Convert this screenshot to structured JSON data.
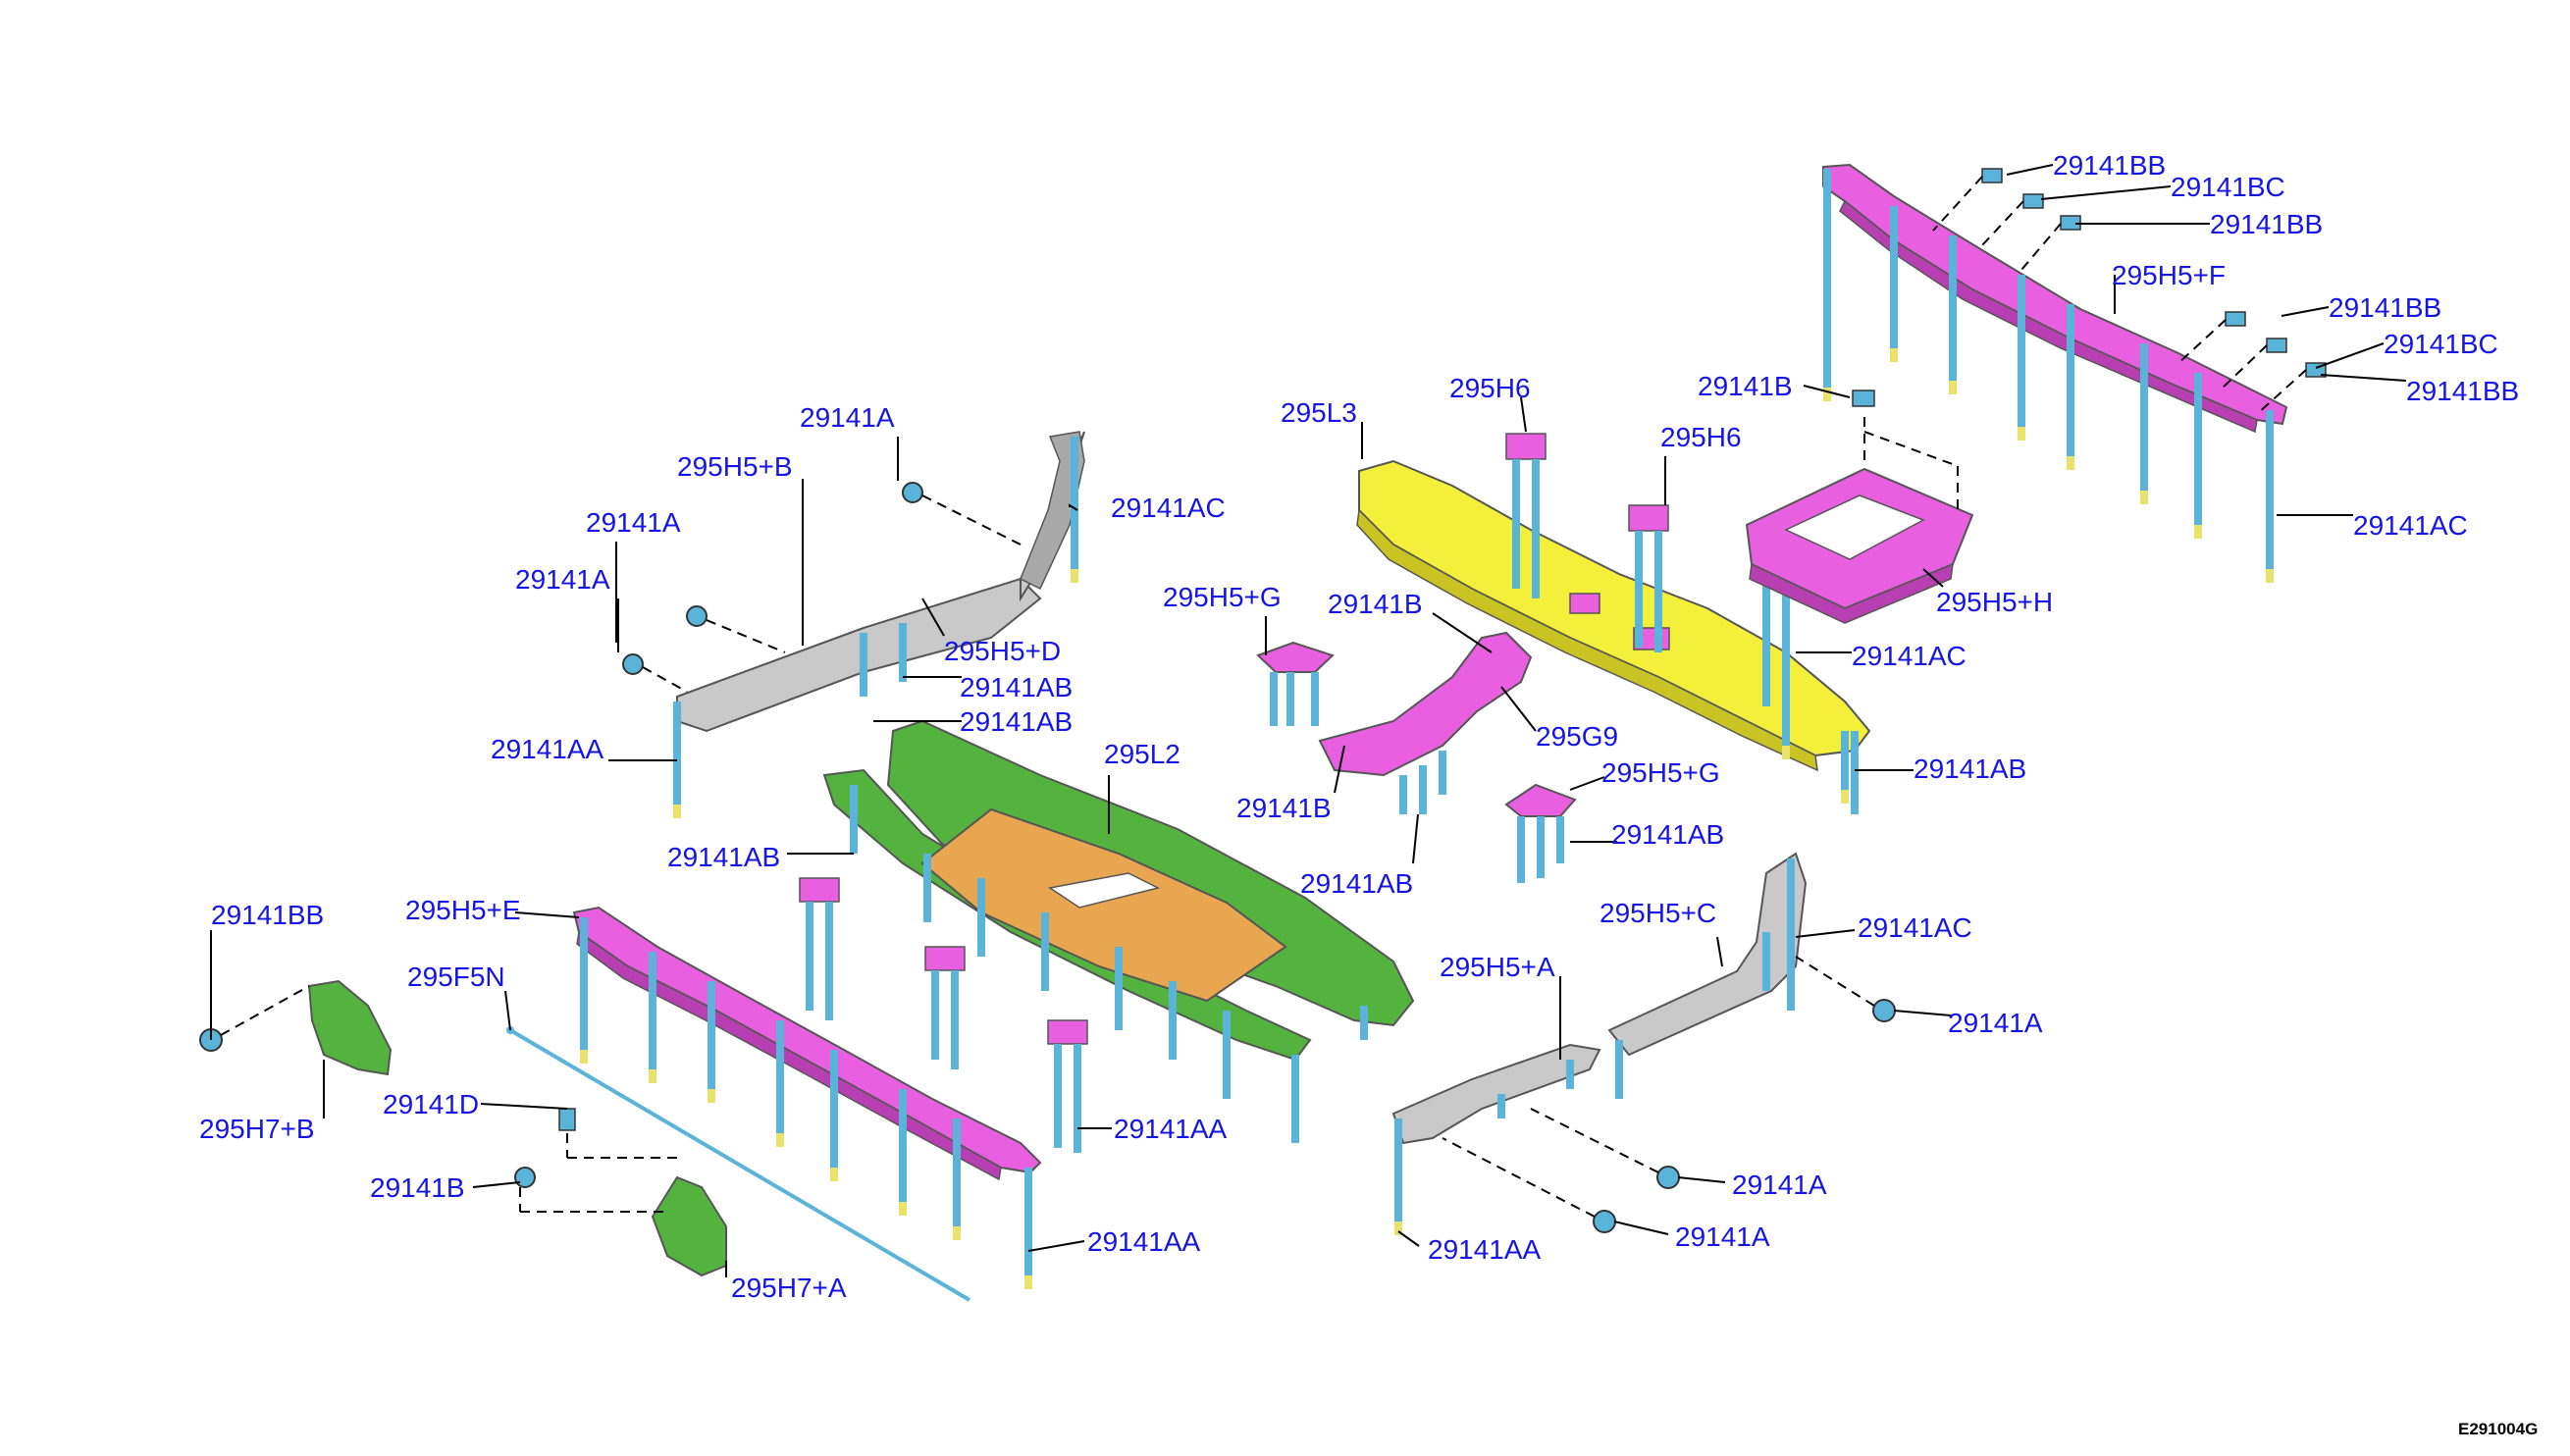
{
  "labels": {
    "l_29141BB_1": "29141BB",
    "l_29141BC_1": "29141BC",
    "l_29141BB_2": "29141BB",
    "l_295H5F": "295H5+F",
    "l_29141BB_3": "29141BB",
    "l_29141BC_2": "29141BC",
    "l_29141BB_4": "29141BB",
    "l_29141AC_1": "29141AC",
    "l_295H6_1": "295H6",
    "l_29141B_1": "29141B",
    "l_295L3": "295L3",
    "l_295H6_2": "295H6",
    "l_29141A_1": "29141A",
    "l_295H5B": "295H5+B",
    "l_29141AC_2": "29141AC",
    "l_29141A_2": "29141A",
    "l_29141A_3": "29141A",
    "l_295H5G_1": "295H5+G",
    "l_29141B_2": "29141B",
    "l_295H5H": "295H5+H",
    "l_295H5D": "295H5+D",
    "l_29141AB_1": "29141AB",
    "l_29141AC_3": "29141AC",
    "l_29141AB_2": "29141AB",
    "l_295G9": "295G9",
    "l_29141AA_1": "29141AA",
    "l_295L2": "295L2",
    "l_295H5G_2": "295H5+G",
    "l_29141AB_3": "29141AB",
    "l_29141B_3": "29141B",
    "l_29141AB_4": "29141AB",
    "l_29141AB_5": "29141AB",
    "l_29141AB_6": "29141AB",
    "l_29141BB_5": "29141BB",
    "l_295H5E": "295H5+E",
    "l_295H5C": "295H5+C",
    "l_29141AC_4": "29141AC",
    "l_295F5N": "295F5N",
    "l_295H5A": "295H5+A",
    "l_29141A_4": "29141A",
    "l_295H7B": "295H7+B",
    "l_29141D": "29141D",
    "l_29141AA_2": "29141AA",
    "l_29141A_5": "29141A",
    "l_29141B_4": "29141B",
    "l_29141A_6": "29141A",
    "l_29141AA_3": "29141AA",
    "l_29141AA_4": "29141AA",
    "l_295H7A": "295H7+A"
  },
  "reference_code": "E291004G",
  "colors": {
    "label_blue": "#1414e6",
    "magenta_part": "#e85fe0",
    "yellow_part": "#f3ef3a",
    "green_part": "#54b23f",
    "orange_part": "#e8a650",
    "gray_part": "#c9c9c9",
    "bolt_blue": "#5ab3d8"
  }
}
